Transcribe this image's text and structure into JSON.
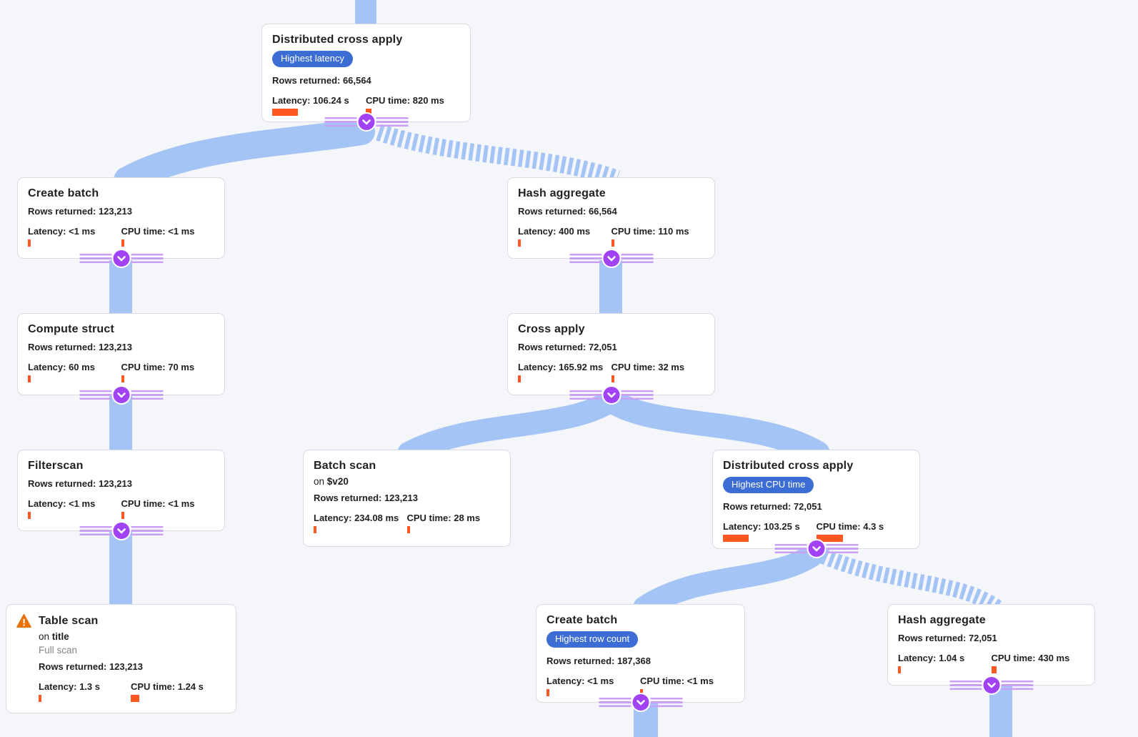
{
  "colors": {
    "background": "#f5f6fa",
    "node_bg": "#ffffff",
    "node_border": "#d9dce3",
    "text": "#202124",
    "muted_text": "#80868b",
    "badge_bg": "#3c6dd5",
    "badge_text": "#ffffff",
    "bar": "#ff5722",
    "edge": "#a4c4f5",
    "connector": "#a142f4",
    "connector_stripe": "#c9a0f7",
    "warning": "#e8710a"
  },
  "icons": {
    "expand_control": "chevron-down-icon",
    "table_scan_warning": "warning-triangle-icon"
  },
  "nodes": [
    {
      "title": "Distributed cross apply",
      "badge": "Highest latency",
      "rows": "Rows returned: 66,564",
      "latency": "Latency: 106.24 s",
      "cpu": "CPU time: 820 ms",
      "latency_bar": 36,
      "cpu_bar": 8
    },
    {
      "title": "Create batch",
      "rows": "Rows returned: 123,213",
      "latency": "Latency: <1 ms",
      "cpu": "CPU time: <1 ms",
      "latency_bar": 4,
      "cpu_bar": 4
    },
    {
      "title": "Hash aggregate",
      "rows": "Rows returned: 66,564",
      "latency": "Latency: 400 ms",
      "cpu": "CPU time: 110 ms",
      "latency_bar": 4,
      "cpu_bar": 4
    },
    {
      "title": "Compute struct",
      "rows": "Rows returned: 123,213",
      "latency": "Latency: 60 ms",
      "cpu": "CPU time: 70 ms",
      "latency_bar": 4,
      "cpu_bar": 4
    },
    {
      "title": "Cross apply",
      "rows": "Rows returned: 72,051",
      "latency": "Latency: 165.92 ms",
      "cpu": "CPU time: 32 ms",
      "latency_bar": 4,
      "cpu_bar": 4
    },
    {
      "title": "Filterscan",
      "rows": "Rows returned: 123,213",
      "latency": "Latency: <1 ms",
      "cpu": "CPU time: <1 ms",
      "latency_bar": 4,
      "cpu_bar": 4
    },
    {
      "title": "Batch scan",
      "on_prefix": "on",
      "on_value": "$v20",
      "rows": "Rows returned: 123,213",
      "latency": "Latency: 234.08 ms",
      "cpu": "CPU time: 28 ms",
      "latency_bar": 4,
      "cpu_bar": 4
    },
    {
      "title": "Distributed cross apply",
      "badge": "Highest CPU time",
      "rows": "Rows returned: 72,051",
      "latency": "Latency: 103.25 s",
      "cpu": "CPU time: 4.3 s",
      "latency_bar": 36,
      "cpu_bar": 37
    },
    {
      "title": "Table scan",
      "on_prefix": "on",
      "on_value": "title",
      "subtitle": "Full scan",
      "rows": "Rows returned: 123,213",
      "latency": "Latency: 1.3 s",
      "cpu": "CPU time: 1.24 s",
      "latency_bar": 4,
      "cpu_bar": 12
    },
    {
      "title": "Create batch",
      "badge": "Highest row count",
      "rows": "Rows returned: 187,368",
      "latency": "Latency: <1 ms",
      "cpu": "CPU time: <1 ms",
      "latency_bar": 4,
      "cpu_bar": 4
    },
    {
      "title": "Hash aggregate",
      "rows": "Rows returned: 72,051",
      "latency": "Latency: 1.04 s",
      "cpu": "CPU time: 430 ms",
      "latency_bar": 4,
      "cpu_bar": 7
    }
  ],
  "edges": [
    {
      "from": "root",
      "to": "Distributed cross apply",
      "style": "solid"
    },
    {
      "from": "Distributed cross apply",
      "to": "Create batch",
      "style": "solid"
    },
    {
      "from": "Distributed cross apply",
      "to": "Hash aggregate",
      "style": "striped"
    },
    {
      "from": "Create batch",
      "to": "Compute struct",
      "style": "solid"
    },
    {
      "from": "Hash aggregate",
      "to": "Cross apply",
      "style": "solid"
    },
    {
      "from": "Compute struct",
      "to": "Filterscan",
      "style": "solid"
    },
    {
      "from": "Cross apply",
      "to": "Batch scan",
      "style": "solid"
    },
    {
      "from": "Cross apply",
      "to": "Distributed cross apply (2)",
      "style": "solid"
    },
    {
      "from": "Filterscan",
      "to": "Table scan",
      "style": "solid"
    },
    {
      "from": "Distributed cross apply (2)",
      "to": "Create batch (2)",
      "style": "solid"
    },
    {
      "from": "Distributed cross apply (2)",
      "to": "Hash aggregate (2)",
      "style": "striped"
    },
    {
      "from": "Create batch (2)",
      "to": "offscreen",
      "style": "solid"
    },
    {
      "from": "Hash aggregate (2)",
      "to": "offscreen",
      "style": "solid"
    }
  ]
}
